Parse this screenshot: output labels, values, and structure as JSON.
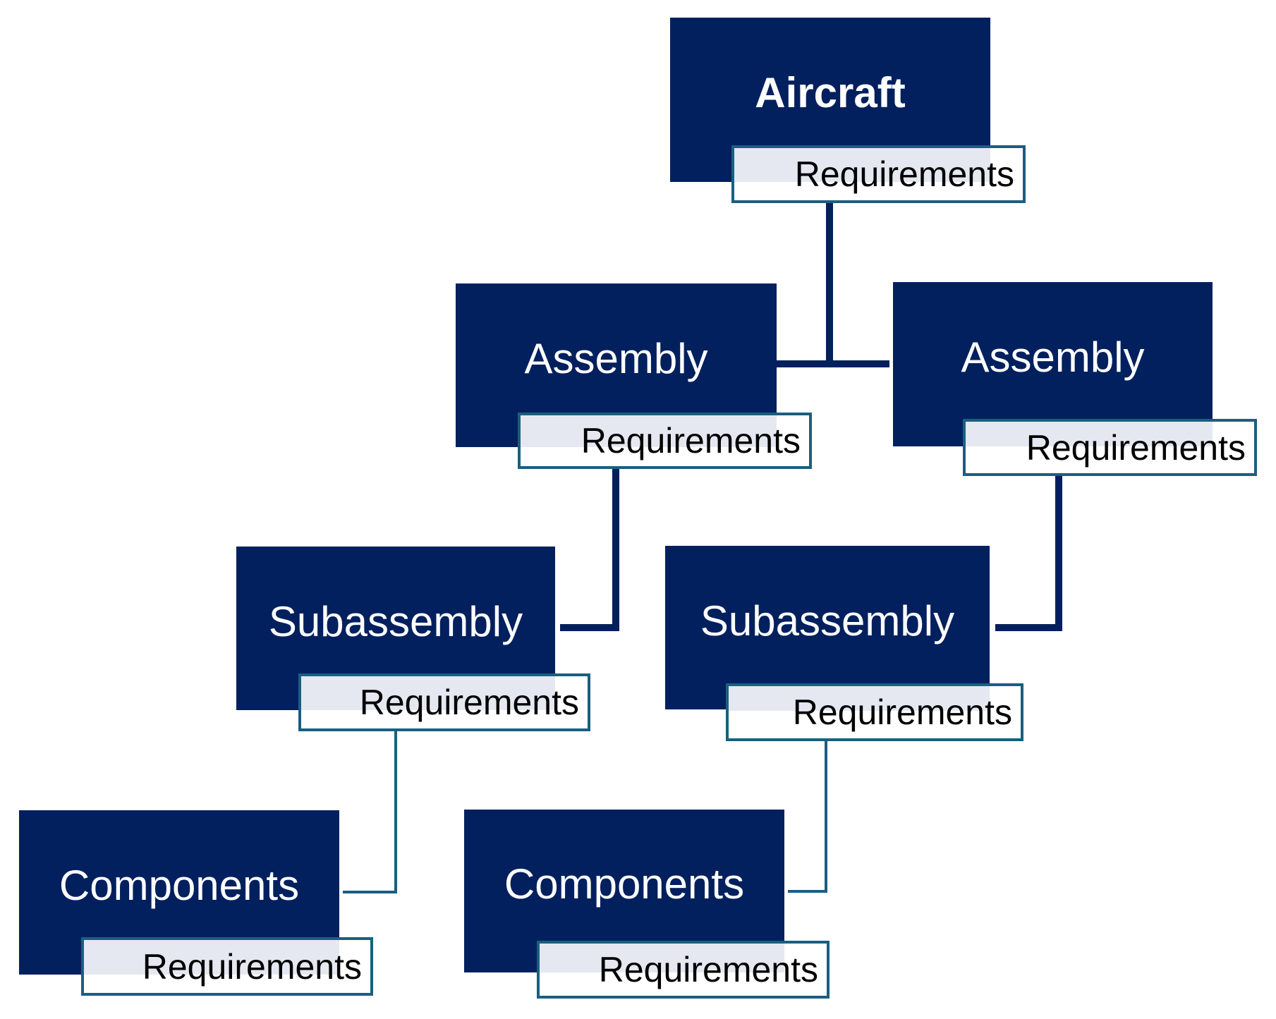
{
  "nodes": {
    "aircraft": {
      "label": "Aircraft",
      "requirements": "Requirements"
    },
    "assembly_left": {
      "label": "Assembly",
      "requirements": "Requirements"
    },
    "assembly_right": {
      "label": "Assembly",
      "requirements": "Requirements"
    },
    "subassembly_left": {
      "label": "Subassembly",
      "requirements": "Requirements"
    },
    "subassembly_right": {
      "label": "Subassembly",
      "requirements": "Requirements"
    },
    "components_left": {
      "label": "Components",
      "requirements": "Requirements"
    },
    "components_right": {
      "label": "Components",
      "requirements": "Requirements"
    }
  },
  "colors": {
    "node_fill": "#03205e",
    "requirements_border": "#1a5f80",
    "connector": "#03205e"
  }
}
